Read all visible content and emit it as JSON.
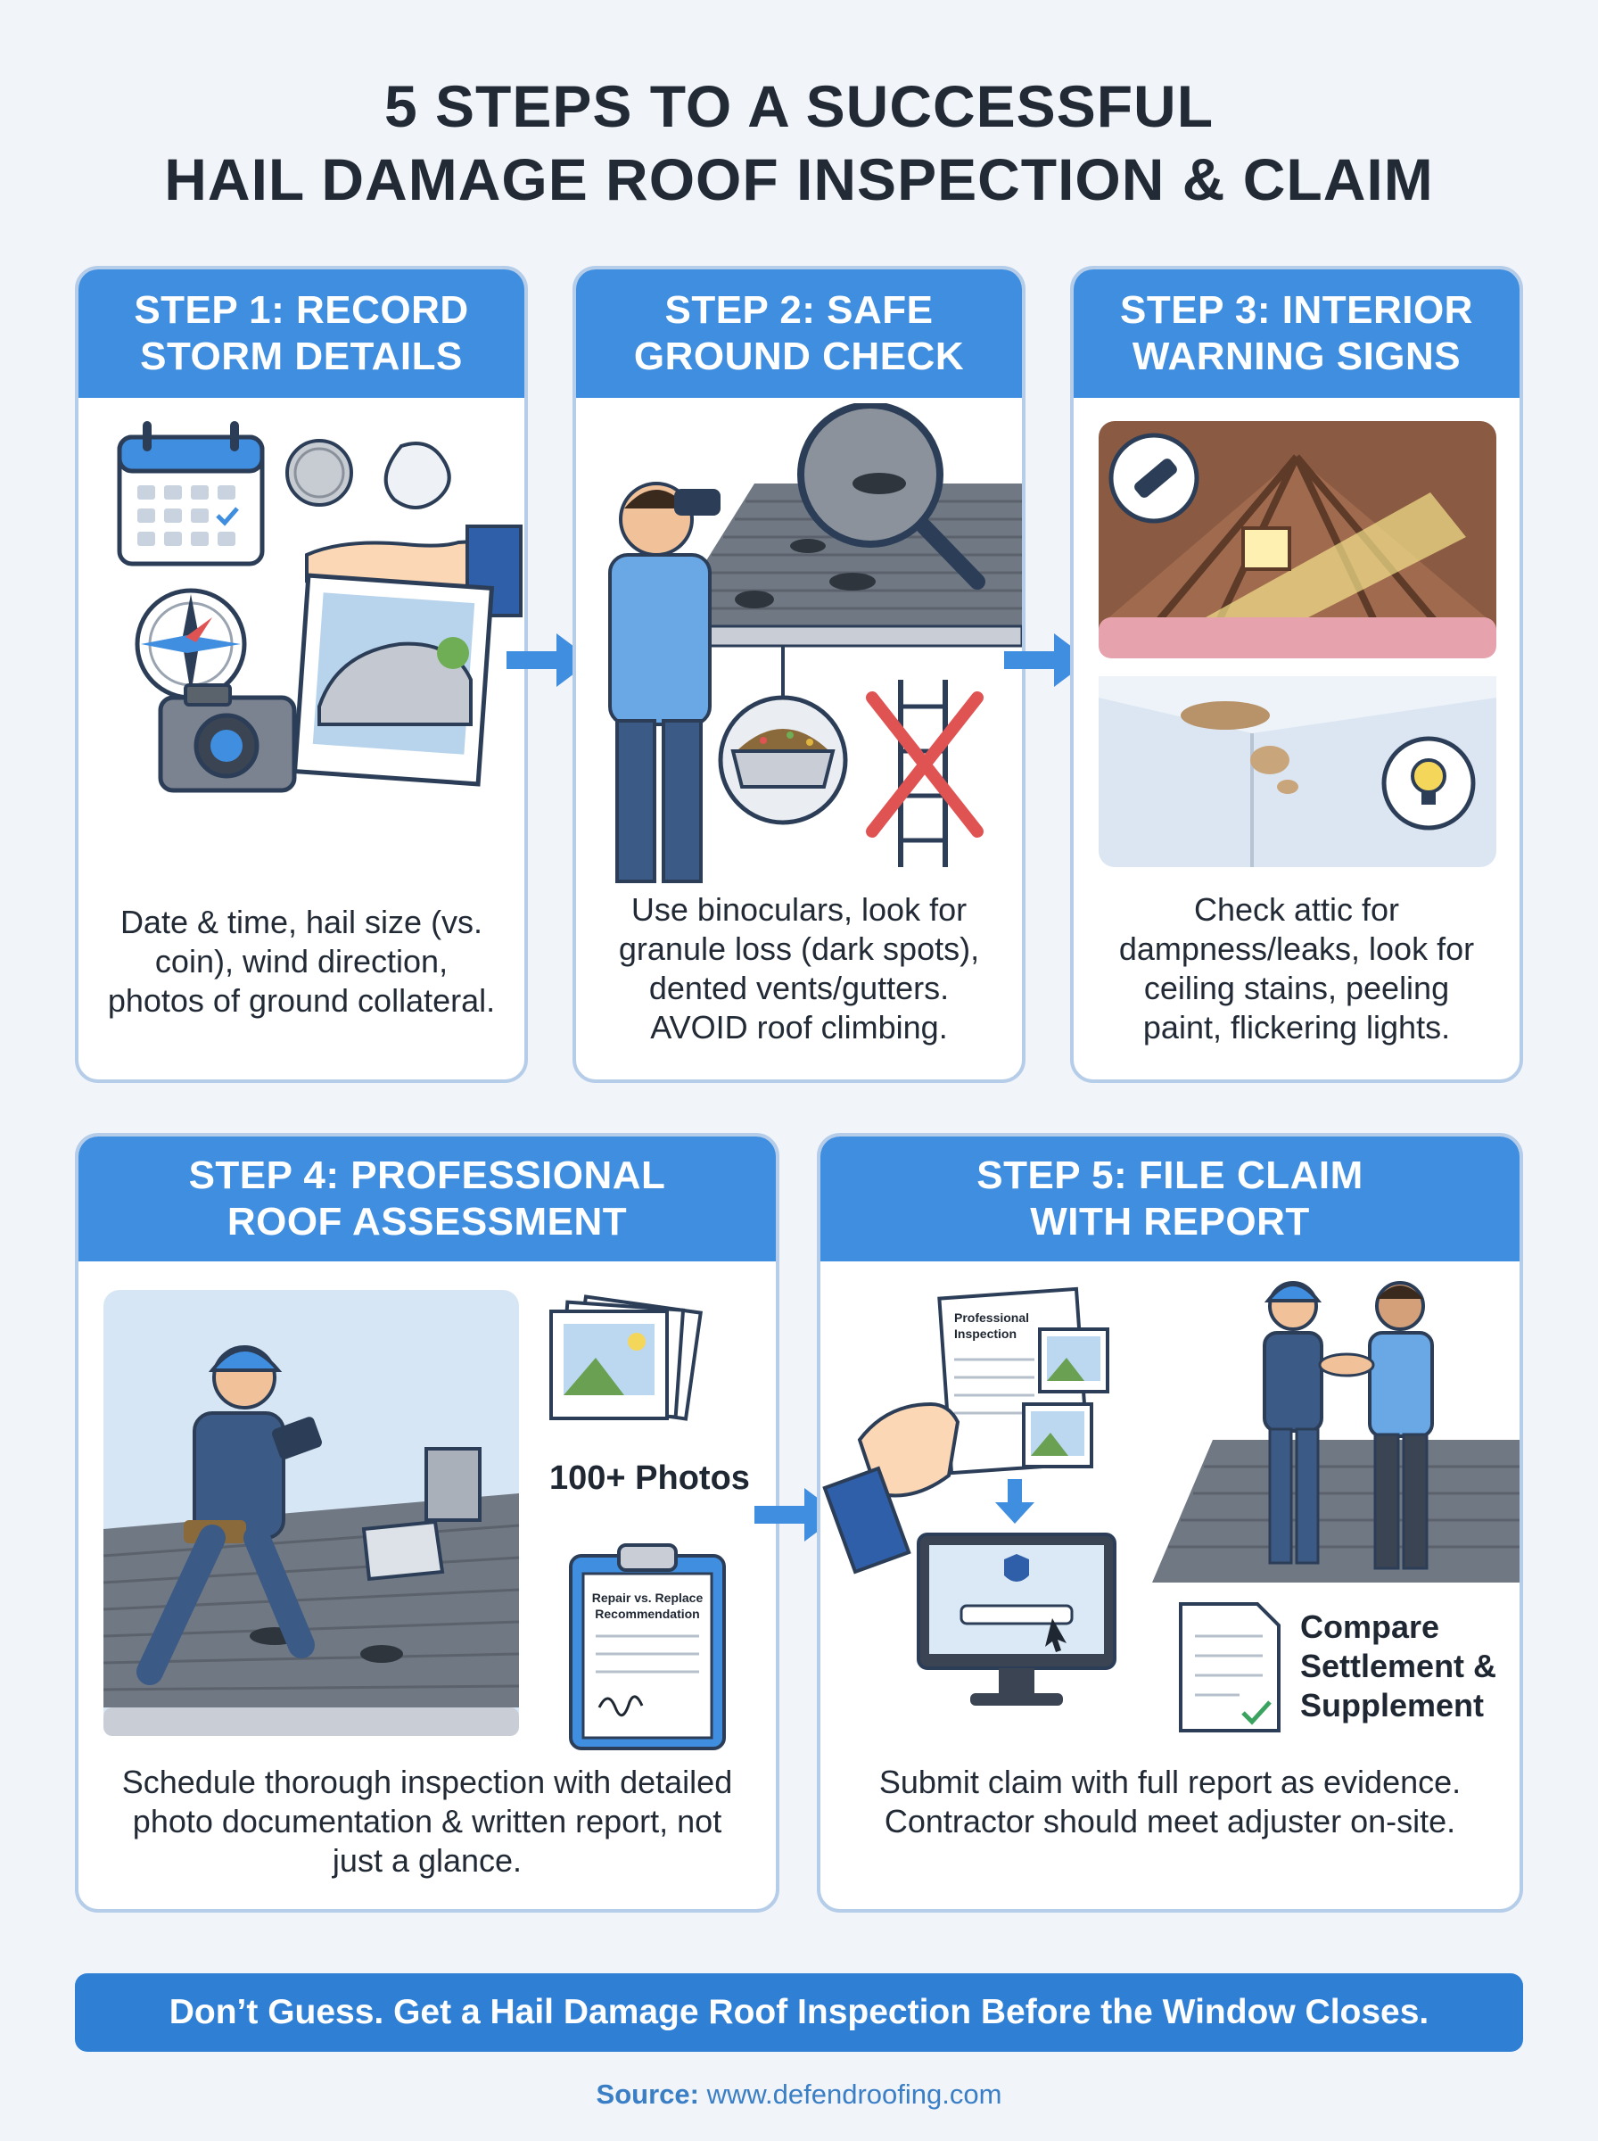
{
  "title": {
    "line1": "5 STEPS TO A SUCCESSFUL",
    "line2": "HAIL DAMAGE ROOF INSPECTION & CLAIM"
  },
  "steps": [
    {
      "head1": "STEP 1: RECORD",
      "head2": "STORM DETAILS",
      "desc": "Date & time, hail size (vs. coin), wind direction, photos of ground collateral.",
      "icons": [
        "calendar-icon",
        "coin-icon",
        "hailstone-icon",
        "open-hand-icon",
        "compass-icon",
        "camera-icon",
        "dented-car-photo"
      ]
    },
    {
      "head1": "STEP 2: SAFE",
      "head2": "GROUND CHECK",
      "desc": "Use binoculars, look for granule loss (dark spots), dented vents/gutters. AVOID roof climbing.",
      "icons": [
        "person-binoculars",
        "magnifier-icon",
        "gutter-granules-icon",
        "no-ladder-icon"
      ]
    },
    {
      "head1": "STEP 3: INTERIOR",
      "head2": "WARNING SIGNS",
      "desc": "Check attic for dampness/leaks, look for ceiling stains, peeling paint, flickering lights.",
      "icons": [
        "attic-flashlight",
        "ceiling-stain",
        "lightbulb-icon"
      ]
    },
    {
      "head1": "STEP 4: PROFESSIONAL",
      "head2": "ROOF ASSESSMENT",
      "desc": "Schedule thorough inspection with detailed photo documentation & written report, not just a glance.",
      "photos_label": "100+ Photos",
      "clipboard_line1": "Repair vs. Replace",
      "clipboard_line2": "Recommendation"
    },
    {
      "head1": "STEP 5: FILE CLAIM",
      "head2": "WITH REPORT",
      "desc": "Submit claim with full report as evidence. Contractor should meet adjuster on-site.",
      "doc_line1": "Professional",
      "doc_line2": "Inspection",
      "compare_line1": "Compare",
      "compare_line2": "Settlement &",
      "compare_line3": "Supplement"
    }
  ],
  "banner": "Don’t Guess. Get a Hail Damage Roof Inspection Before the Window Closes.",
  "source": {
    "label": "Source:",
    "url": "www.defendroofing.com"
  },
  "colors": {
    "accent": "#3f8ee0",
    "banner": "#2f7fd4",
    "card_border": "#b5cde9",
    "background": "#f1f4f9"
  }
}
